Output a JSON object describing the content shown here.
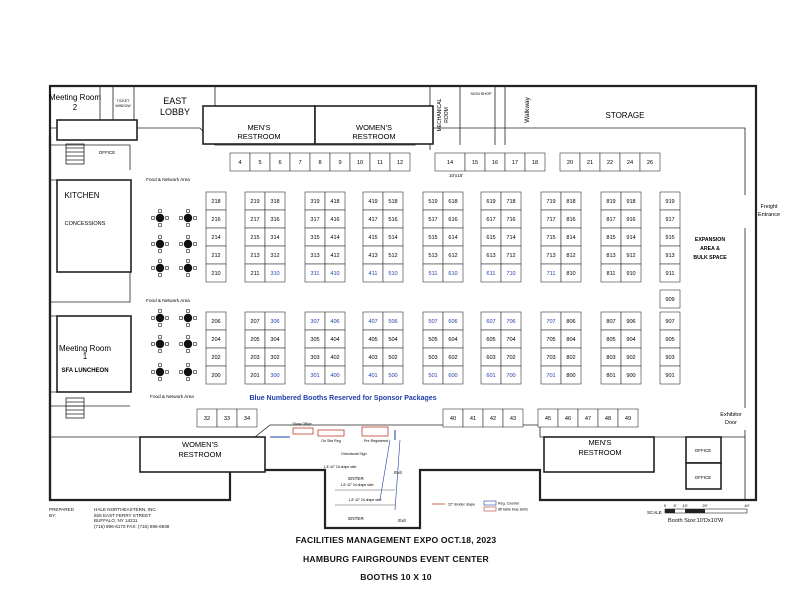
{
  "title": {
    "line1": "FACILITIES MANAGEMENT EXPO OCT.18, 2023",
    "line2": "HAMBURG FAIRGROUNDS EVENT CENTER",
    "line3": "BOOTHS 10 X 10"
  },
  "sponsor_note": "Blue Numbered Booths Reserved for Sponsor Packages",
  "rooms": {
    "meeting_room_2": [
      "Meeting Room",
      "2"
    ],
    "east_lobby": [
      "EAST",
      "LOBBY"
    ],
    "ticket_window": [
      "TICKET",
      "WINDOW"
    ],
    "mens_restroom_top": [
      "MEN'S",
      "RESTROOM"
    ],
    "womens_restroom_top": [
      "WOMEN'S",
      "RESTROOM"
    ],
    "mechanical_room": [
      "MECHANICAL",
      "ROOM"
    ],
    "sign_shop": "SIGN SHOP",
    "walkway": "Walkway",
    "storage": "STORAGE",
    "office_left": "OFFICE",
    "kitchen": "KITCHEN",
    "concessions": "CONCESSIONS",
    "meeting_room_1": [
      "Meeting Room",
      "1"
    ],
    "sfa_luncheon": "SFA LUNCHEON",
    "womens_restroom_bottom": [
      "WOMEN'S",
      "RESTROOM"
    ],
    "mens_restroom_bottom": [
      "MEN'S",
      "RESTROOM"
    ],
    "office_br1": "OFFICE",
    "office_br2": "OFFICE",
    "expansion": [
      "EXPANSION",
      "AREA &",
      "BULK SPACE"
    ],
    "freight": [
      "Freight",
      "Entrance"
    ],
    "exhibitor_door": [
      "Exhibitor",
      "Door"
    ]
  },
  "annotations": {
    "food_network_1": "Food & Network Area",
    "food_network_2": "Food & Network Area",
    "food_network_3": "Food & Network Area",
    "booth_14_size": "10'x15'",
    "enter_1": "ENTER",
    "enter_2": "ENTER",
    "exit_1": "Exit",
    "exit_2": "Exit",
    "drape_1": "1-8' 42\" 2d drape skirt",
    "drape_2": "1-8' 42\" 2d drape skirt",
    "drape_3": "1-8' 42\" 2d drape skirt",
    "directional_sign": "Directional Sign",
    "show_office": "Show Office",
    "on_site_reg": "On Site Reg",
    "pre_registered": "Pre-Registered",
    "legend_divider": "22\" divider drape",
    "legend_reg_counter": "Reg. Counter",
    "legend_table": "8ft table blue skirts"
  },
  "scale": {
    "label": "SCALE",
    "ticks": [
      "0",
      "5'",
      "10'",
      "20'",
      "40'"
    ]
  },
  "booth_size": "Booth Size:10'Dx10'W",
  "prepared_by": {
    "label": "PREPARED BY:",
    "lines": [
      "HALE NORTHEASTERN, INC.",
      "828 EAST FERRY STREET",
      "BUFFALO, NY 14211",
      "(716) 896-6170  FAX: (716) 896-6938"
    ]
  },
  "sponsor_color": "#1f3ea8",
  "booths": {
    "top_row": [
      "4",
      "5",
      "6",
      "7",
      "8",
      "9",
      "10",
      "11",
      "12",
      "14",
      "15",
      "16",
      "17",
      "18",
      "20",
      "21",
      "22",
      "24",
      "26"
    ],
    "bottom_row": [
      "32",
      "33",
      "34",
      "40",
      "41",
      "42",
      "43",
      "45",
      "46",
      "47",
      "48",
      "49"
    ],
    "col_200_upper": [
      "218",
      "216",
      "214",
      "212",
      "210"
    ],
    "col_200_lower": [
      "206",
      "204",
      "202",
      "200"
    ],
    "upper_pairs": [
      [
        [
          "219",
          "318"
        ],
        [
          "217",
          "316"
        ],
        [
          "215",
          "314"
        ],
        [
          "213",
          "312"
        ],
        [
          "211",
          "310"
        ]
      ],
      [
        [
          "319",
          "418"
        ],
        [
          "317",
          "416"
        ],
        [
          "315",
          "414"
        ],
        [
          "313",
          "412"
        ],
        [
          "311",
          "410"
        ]
      ],
      [
        [
          "419",
          "518"
        ],
        [
          "417",
          "516"
        ],
        [
          "415",
          "514"
        ],
        [
          "413",
          "512"
        ],
        [
          "411",
          "510"
        ]
      ],
      [
        [
          "519",
          "618"
        ],
        [
          "517",
          "616"
        ],
        [
          "515",
          "614"
        ],
        [
          "513",
          "612"
        ],
        [
          "511",
          "610"
        ]
      ],
      [
        [
          "619",
          "718"
        ],
        [
          "617",
          "716"
        ],
        [
          "615",
          "714"
        ],
        [
          "613",
          "712"
        ],
        [
          "611",
          "710"
        ]
      ],
      [
        [
          "719",
          "818"
        ],
        [
          "717",
          "816"
        ],
        [
          "715",
          "814"
        ],
        [
          "713",
          "812"
        ],
        [
          "711",
          "810"
        ]
      ],
      [
        [
          "819",
          "918"
        ],
        [
          "817",
          "916"
        ],
        [
          "815",
          "914"
        ],
        [
          "813",
          "912"
        ],
        [
          "811",
          "910"
        ]
      ]
    ],
    "lower_pairs": [
      [
        [
          "207",
          "306"
        ],
        [
          "205",
          "304"
        ],
        [
          "203",
          "302"
        ],
        [
          "201",
          "300"
        ]
      ],
      [
        [
          "307",
          "406"
        ],
        [
          "305",
          "404"
        ],
        [
          "303",
          "402"
        ],
        [
          "301",
          "400"
        ]
      ],
      [
        [
          "407",
          "506"
        ],
        [
          "405",
          "504"
        ],
        [
          "403",
          "502"
        ],
        [
          "401",
          "500"
        ]
      ],
      [
        [
          "507",
          "606"
        ],
        [
          "505",
          "604"
        ],
        [
          "503",
          "602"
        ],
        [
          "501",
          "600"
        ]
      ],
      [
        [
          "607",
          "706"
        ],
        [
          "605",
          "704"
        ],
        [
          "603",
          "702"
        ],
        [
          "601",
          "700"
        ]
      ],
      [
        [
          "707",
          "806"
        ],
        [
          "705",
          "804"
        ],
        [
          "703",
          "802"
        ],
        [
          "701",
          "800"
        ]
      ],
      [
        [
          "807",
          "906"
        ],
        [
          "805",
          "904"
        ],
        [
          "803",
          "902"
        ],
        [
          "801",
          "900"
        ]
      ]
    ],
    "col_900": [
      "919",
      "917",
      "915",
      "913",
      "911",
      "909",
      "907",
      "905",
      "903",
      "901"
    ],
    "sponsor": [
      "306",
      "307",
      "406",
      "407",
      "506",
      "507",
      "606",
      "607",
      "706",
      "707",
      "301",
      "300",
      "400",
      "401",
      "500",
      "501",
      "600",
      "601",
      "700",
      "701",
      "310",
      "311",
      "410",
      "411",
      "510",
      "511",
      "610",
      "611",
      "710",
      "711"
    ]
  }
}
